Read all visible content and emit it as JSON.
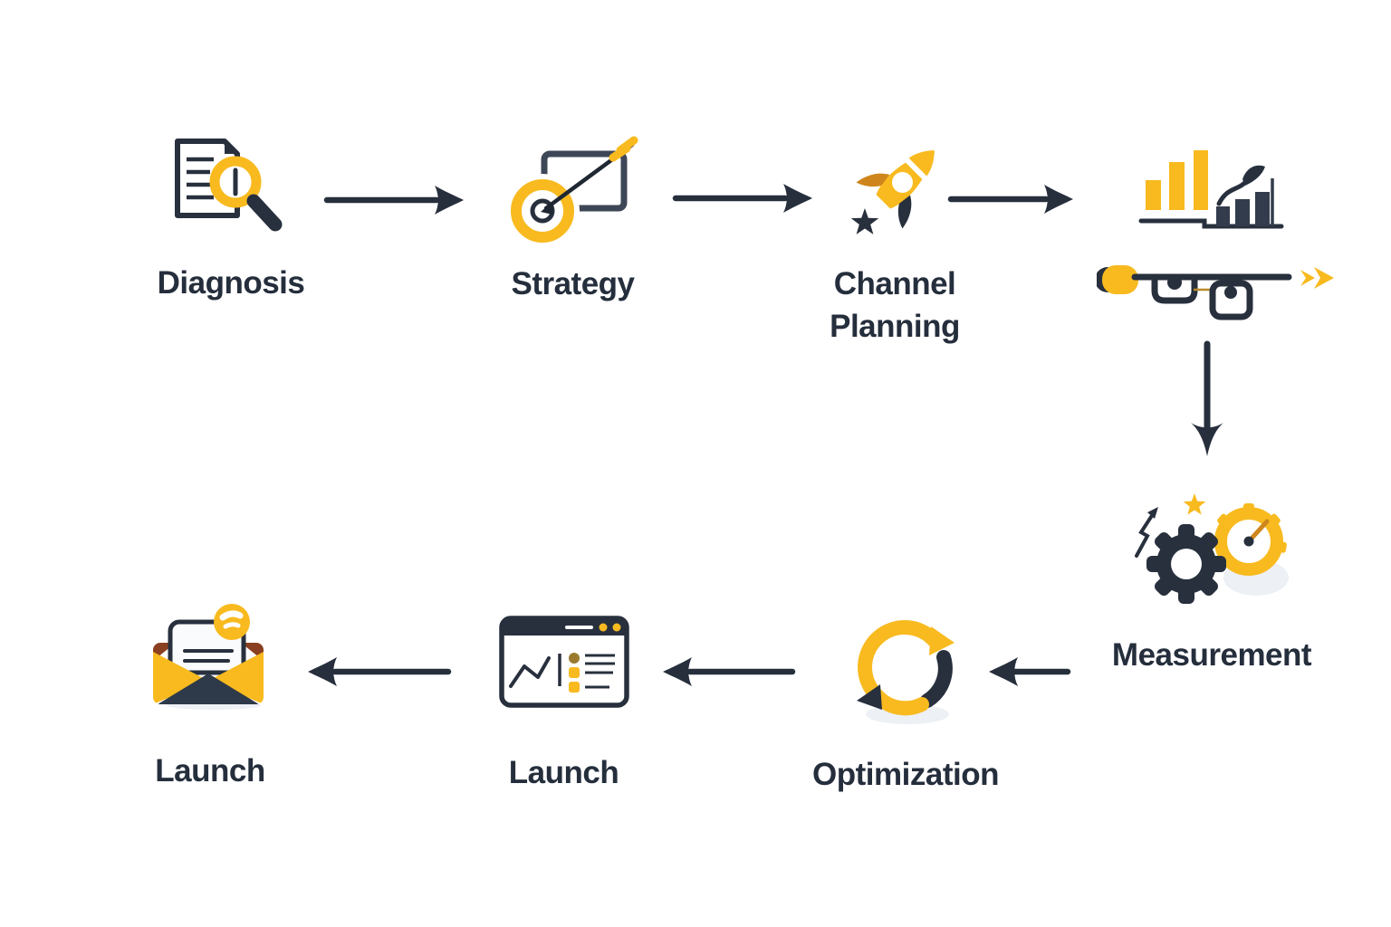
{
  "diagram": {
    "nodes": [
      {
        "id": "diagnosis",
        "label": "Diagnosis",
        "icon": "document-magnifier-icon"
      },
      {
        "id": "strategy",
        "label": "Strategy",
        "icon": "target-arrow-icon"
      },
      {
        "id": "channel-planning",
        "label": "Channel Planning",
        "icon": "rocket-icon"
      },
      {
        "id": "analytics-chart",
        "label": "",
        "icon": "bar-chart-growth-icon"
      },
      {
        "id": "measurement",
        "label": "Measurement",
        "icon": "gear-gauge-icon"
      },
      {
        "id": "optimization",
        "label": "Optimization",
        "icon": "circular-arrows-icon"
      },
      {
        "id": "launch-dashboard",
        "label": "Launch",
        "icon": "browser-analytics-icon"
      },
      {
        "id": "launch-email",
        "label": "Launch",
        "icon": "open-envelope-icon"
      }
    ],
    "connectors": [
      {
        "from": "diagnosis",
        "to": "strategy",
        "direction": "right"
      },
      {
        "from": "strategy",
        "to": "channel-planning",
        "direction": "right"
      },
      {
        "from": "channel-planning",
        "to": "analytics-chart",
        "direction": "right"
      },
      {
        "from": "analytics-chart",
        "to": "measurement",
        "direction": "down"
      },
      {
        "from": "measurement",
        "to": "optimization",
        "direction": "left"
      },
      {
        "from": "optimization",
        "to": "launch-dashboard",
        "direction": "left"
      },
      {
        "from": "launch-dashboard",
        "to": "launch-email",
        "direction": "left"
      }
    ],
    "decorations": [
      "pipeline-ornament",
      "double-chevron-ornament"
    ]
  },
  "palette": {
    "background": "#ffffff",
    "yellow": "#f8ba1f",
    "dark": "#28303e",
    "arrow": "#272f3d",
    "frame_gray": "#3d4757",
    "orange": "#ce861c",
    "rust_brown": "#8a4020",
    "olive": "#9a7b2e",
    "text": "#252e3c",
    "shadow": "#edf0f5"
  }
}
